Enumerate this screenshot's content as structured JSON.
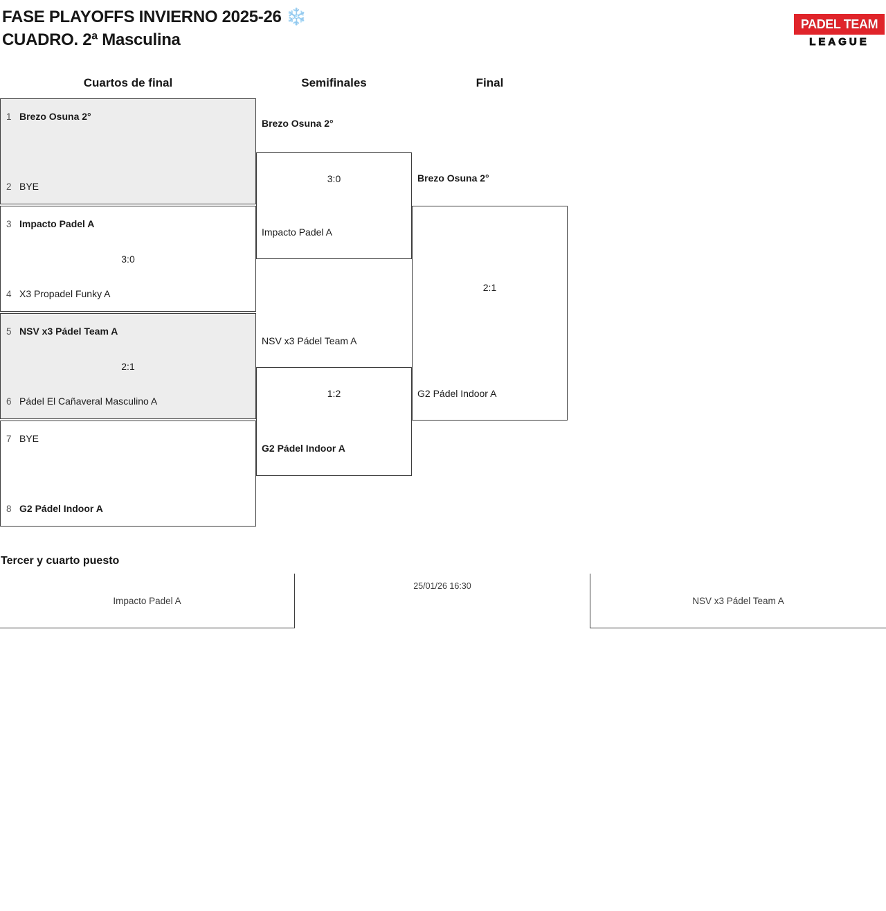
{
  "header": {
    "title": "FASE PLAYOFFS INVIERNO 2025-26 ❄️",
    "subtitle": "CUADRO. 2ª Masculina",
    "logo": {
      "top": "PADEL TEAM",
      "bottom": "LEAGUE"
    }
  },
  "colors": {
    "brand_red": "#e0242a",
    "shaded_box": "#ededed",
    "border": "#3d3d3d"
  },
  "columns": [
    {
      "label": "Cuartos de final"
    },
    {
      "label": "Semifinales"
    },
    {
      "label": "Final"
    }
  ],
  "quarterfinals": [
    {
      "team1": {
        "seed": "1",
        "name": "Brezo Osuna 2°",
        "winner": true
      },
      "team2": {
        "seed": "2",
        "name": "BYE",
        "winner": false
      },
      "score": "",
      "shaded": true
    },
    {
      "team1": {
        "seed": "3",
        "name": "Impacto Padel A",
        "winner": true
      },
      "team2": {
        "seed": "4",
        "name": "X3 Propadel Funky A",
        "winner": false
      },
      "score": "3:0",
      "shaded": false
    },
    {
      "team1": {
        "seed": "5",
        "name": "NSV x3 Pádel Team A",
        "winner": true
      },
      "team2": {
        "seed": "6",
        "name": "Pádel El Cañaveral Masculino A",
        "winner": false
      },
      "score": "2:1",
      "shaded": true
    },
    {
      "team1": {
        "seed": "7",
        "name": "BYE",
        "winner": false
      },
      "team2": {
        "seed": "8",
        "name": "G2 Pádel Indoor A",
        "winner": true
      },
      "score": "",
      "shaded": false
    }
  ],
  "semifinals": [
    {
      "team1": "Brezo Osuna 2°",
      "team1_winner": true,
      "score": "3:0",
      "team2": "Impacto Padel A",
      "team2_winner": false
    },
    {
      "team1": "NSV x3 Pádel Team A",
      "team1_winner": false,
      "score": "1:2",
      "team2": "G2 Pádel Indoor A",
      "team2_winner": true
    }
  ],
  "final": {
    "team1": "Brezo Osuna 2°",
    "team1_winner": true,
    "score": "2:1",
    "team2": "G2 Pádel Indoor A",
    "team2_winner": false
  },
  "third_place": {
    "heading": "Tercer y cuarto puesto",
    "team1": "Impacto Padel A",
    "datetime": "25/01/26 16:30",
    "team2": "NSV x3 Pádel Team A"
  }
}
